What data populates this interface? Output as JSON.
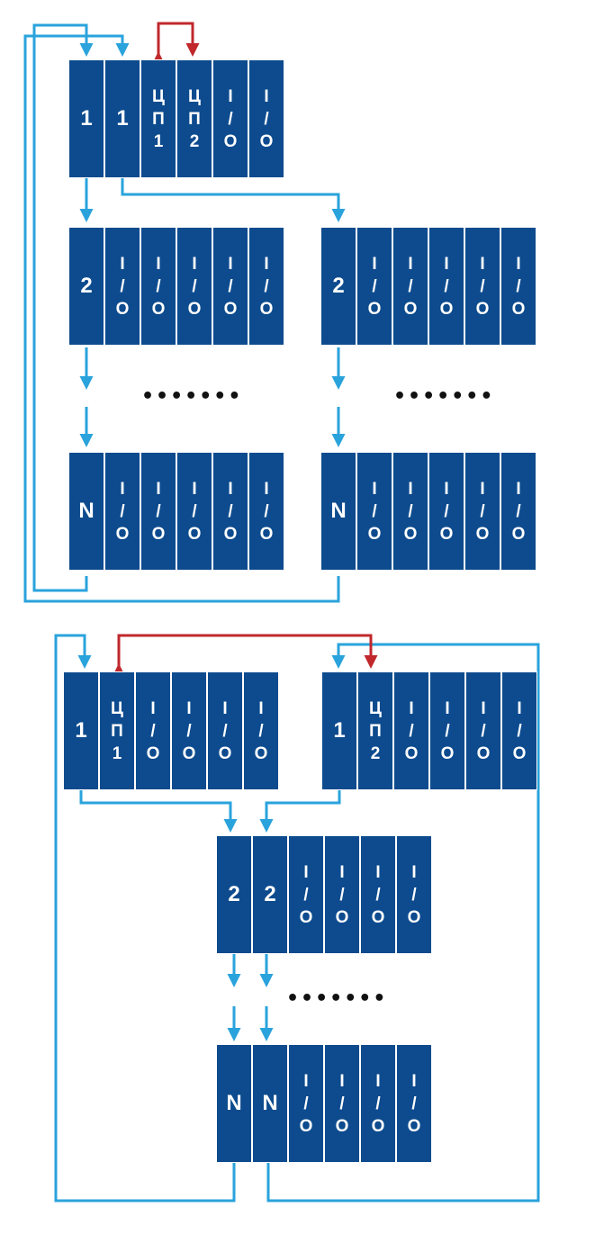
{
  "diagram": {
    "ellipsis": "•••••••",
    "colors": {
      "module": "#0d4b8e",
      "link": "#2aa3dc",
      "cpu_link": "#c0282c"
    },
    "io_module": [
      "I",
      "/",
      "O"
    ],
    "cpu1_module": [
      "Ц",
      "П",
      "1"
    ],
    "cpu2_module": [
      "Ц",
      "П",
      "2"
    ],
    "top_scheme": {
      "main_rack": [
        "1",
        "1"
      ],
      "branch_rack": "2",
      "last_rack": "N"
    },
    "bottom_scheme": {
      "main_rack_a": "1",
      "main_rack_b": "1",
      "shared_rack": [
        "2",
        "2"
      ],
      "shared_last_rack": [
        "N",
        "N"
      ]
    }
  }
}
